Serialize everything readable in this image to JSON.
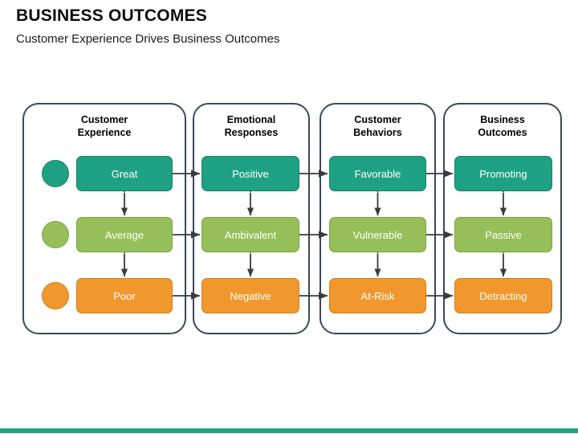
{
  "header": {
    "title": "BUSINESS OUTCOMES",
    "subtitle": "Customer Experience Drives Business Outcomes"
  },
  "colors": {
    "tier_great": "#1fa183",
    "tier_average": "#96bf5a",
    "tier_poor": "#f0982d",
    "panel_border": "#3c4858",
    "arrow": "#3b3b3b",
    "footer_bar": "#21a086"
  },
  "diagram": {
    "type": "flow-matrix",
    "columns": [
      {
        "id": "customer-experience",
        "title_line1": "Customer",
        "title_line2": "Experience",
        "has_dots": true,
        "nodes": [
          {
            "tier": "great",
            "label": "Great"
          },
          {
            "tier": "average",
            "label": "Average"
          },
          {
            "tier": "poor",
            "label": "Poor"
          }
        ]
      },
      {
        "id": "emotional-responses",
        "title_line1": "Emotional",
        "title_line2": "Responses",
        "has_dots": false,
        "nodes": [
          {
            "tier": "great",
            "label": "Positive"
          },
          {
            "tier": "average",
            "label": "Ambivalent"
          },
          {
            "tier": "poor",
            "label": "Negative"
          }
        ]
      },
      {
        "id": "customer-behaviors",
        "title_line1": "Customer",
        "title_line2": "Behaviors",
        "has_dots": false,
        "nodes": [
          {
            "tier": "great",
            "label": "Favorable"
          },
          {
            "tier": "average",
            "label": "Vulnerable"
          },
          {
            "tier": "poor",
            "label": "At-Risk"
          }
        ]
      },
      {
        "id": "business-outcomes",
        "title_line1": "Business",
        "title_line2": "Outcomes",
        "has_dots": false,
        "nodes": [
          {
            "tier": "great",
            "label": "Promoting"
          },
          {
            "tier": "average",
            "label": "Passive"
          },
          {
            "tier": "poor",
            "label": "Detracting"
          }
        ]
      }
    ]
  }
}
